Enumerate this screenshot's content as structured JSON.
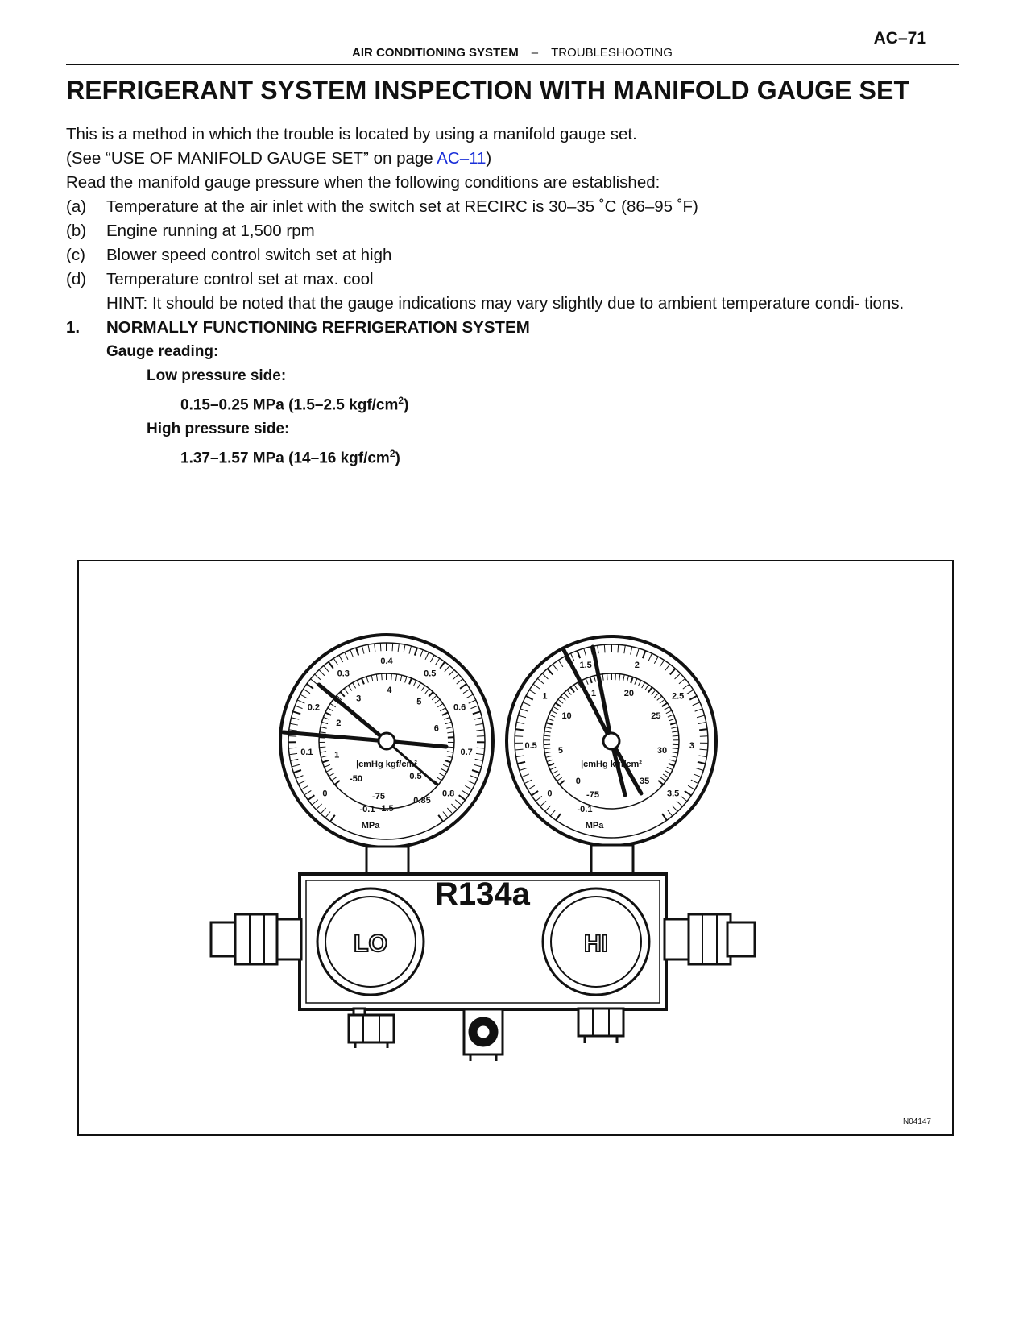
{
  "header": {
    "page_number": "AC–71",
    "section": "AIR CONDITIONING SYSTEM",
    "separator": "–",
    "subsection": "TROUBLESHOOTING"
  },
  "title": "REFRIGERANT SYSTEM INSPECTION WITH MANIFOLD GAUGE SET",
  "intro": {
    "line1": "This is a method in which the trouble is located by using a manifold gauge set.",
    "line2_prefix": "(See “USE OF MANIFOLD GAUGE SET” on page ",
    "line2_link": "AC–11",
    "line2_suffix": ")",
    "line3": "Read the manifold gauge pressure when the following conditions are established:"
  },
  "conditions": [
    {
      "label": "(a)",
      "text": "Temperature at the air inlet with the switch set at RECIRC is 30–35 ˚C (86–95 ˚F)"
    },
    {
      "label": "(b)",
      "text": "Engine running at 1,500 rpm"
    },
    {
      "label": "(c)",
      "text": "Blower speed control switch set at high"
    },
    {
      "label": "(d)",
      "text": "Temperature control set at max. cool"
    }
  ],
  "hint": "HINT: It should be noted that the gauge indications may vary slightly due to ambient temperature condi- tions.",
  "section1": {
    "number": "1.",
    "heading": "NORMALLY FUNCTIONING REFRIGERATION SYSTEM",
    "gauge_reading": "Gauge reading:",
    "low_label": "Low pressure side:",
    "low_value": "0.15–0.25 MPa (1.5–2.5 kgf/cm",
    "low_sup": "2",
    "low_close": ")",
    "high_label": "High pressure side:",
    "high_value": "1.37–1.57 MPa (14–16 kgf/cm",
    "high_sup": "2",
    "high_close": ")"
  },
  "figure": {
    "manifold_label": "R134a",
    "lo_label": "LO",
    "hi_label": "HI",
    "figure_code": "N04147",
    "low_gauge": {
      "outer_labels": [
        "0",
        "0.1",
        "0.2",
        "0.3",
        "0.4",
        "0.5",
        "0.6",
        "0.7",
        "0.8"
      ],
      "inner_labels": [
        "1",
        "2",
        "3",
        "4",
        "5",
        "6"
      ],
      "vacuum_labels": [
        "-50",
        "-75",
        "-0.1",
        "0.5",
        "1.5",
        "0.85"
      ],
      "units": "|cmHg  kgf/cm²",
      "mpa": "MPa"
    },
    "high_gauge": {
      "outer_labels": [
        "0",
        "0.5",
        "1",
        "1.5",
        "2",
        "2.5",
        "3",
        "3.5"
      ],
      "inner_labels": [
        "0",
        "5",
        "10",
        "1",
        "20",
        "25",
        "30",
        "35"
      ],
      "vacuum_labels": [
        "-75",
        "-0.1"
      ],
      "units": "|cmHg  kgf/cm²",
      "mpa": "MPa"
    }
  }
}
